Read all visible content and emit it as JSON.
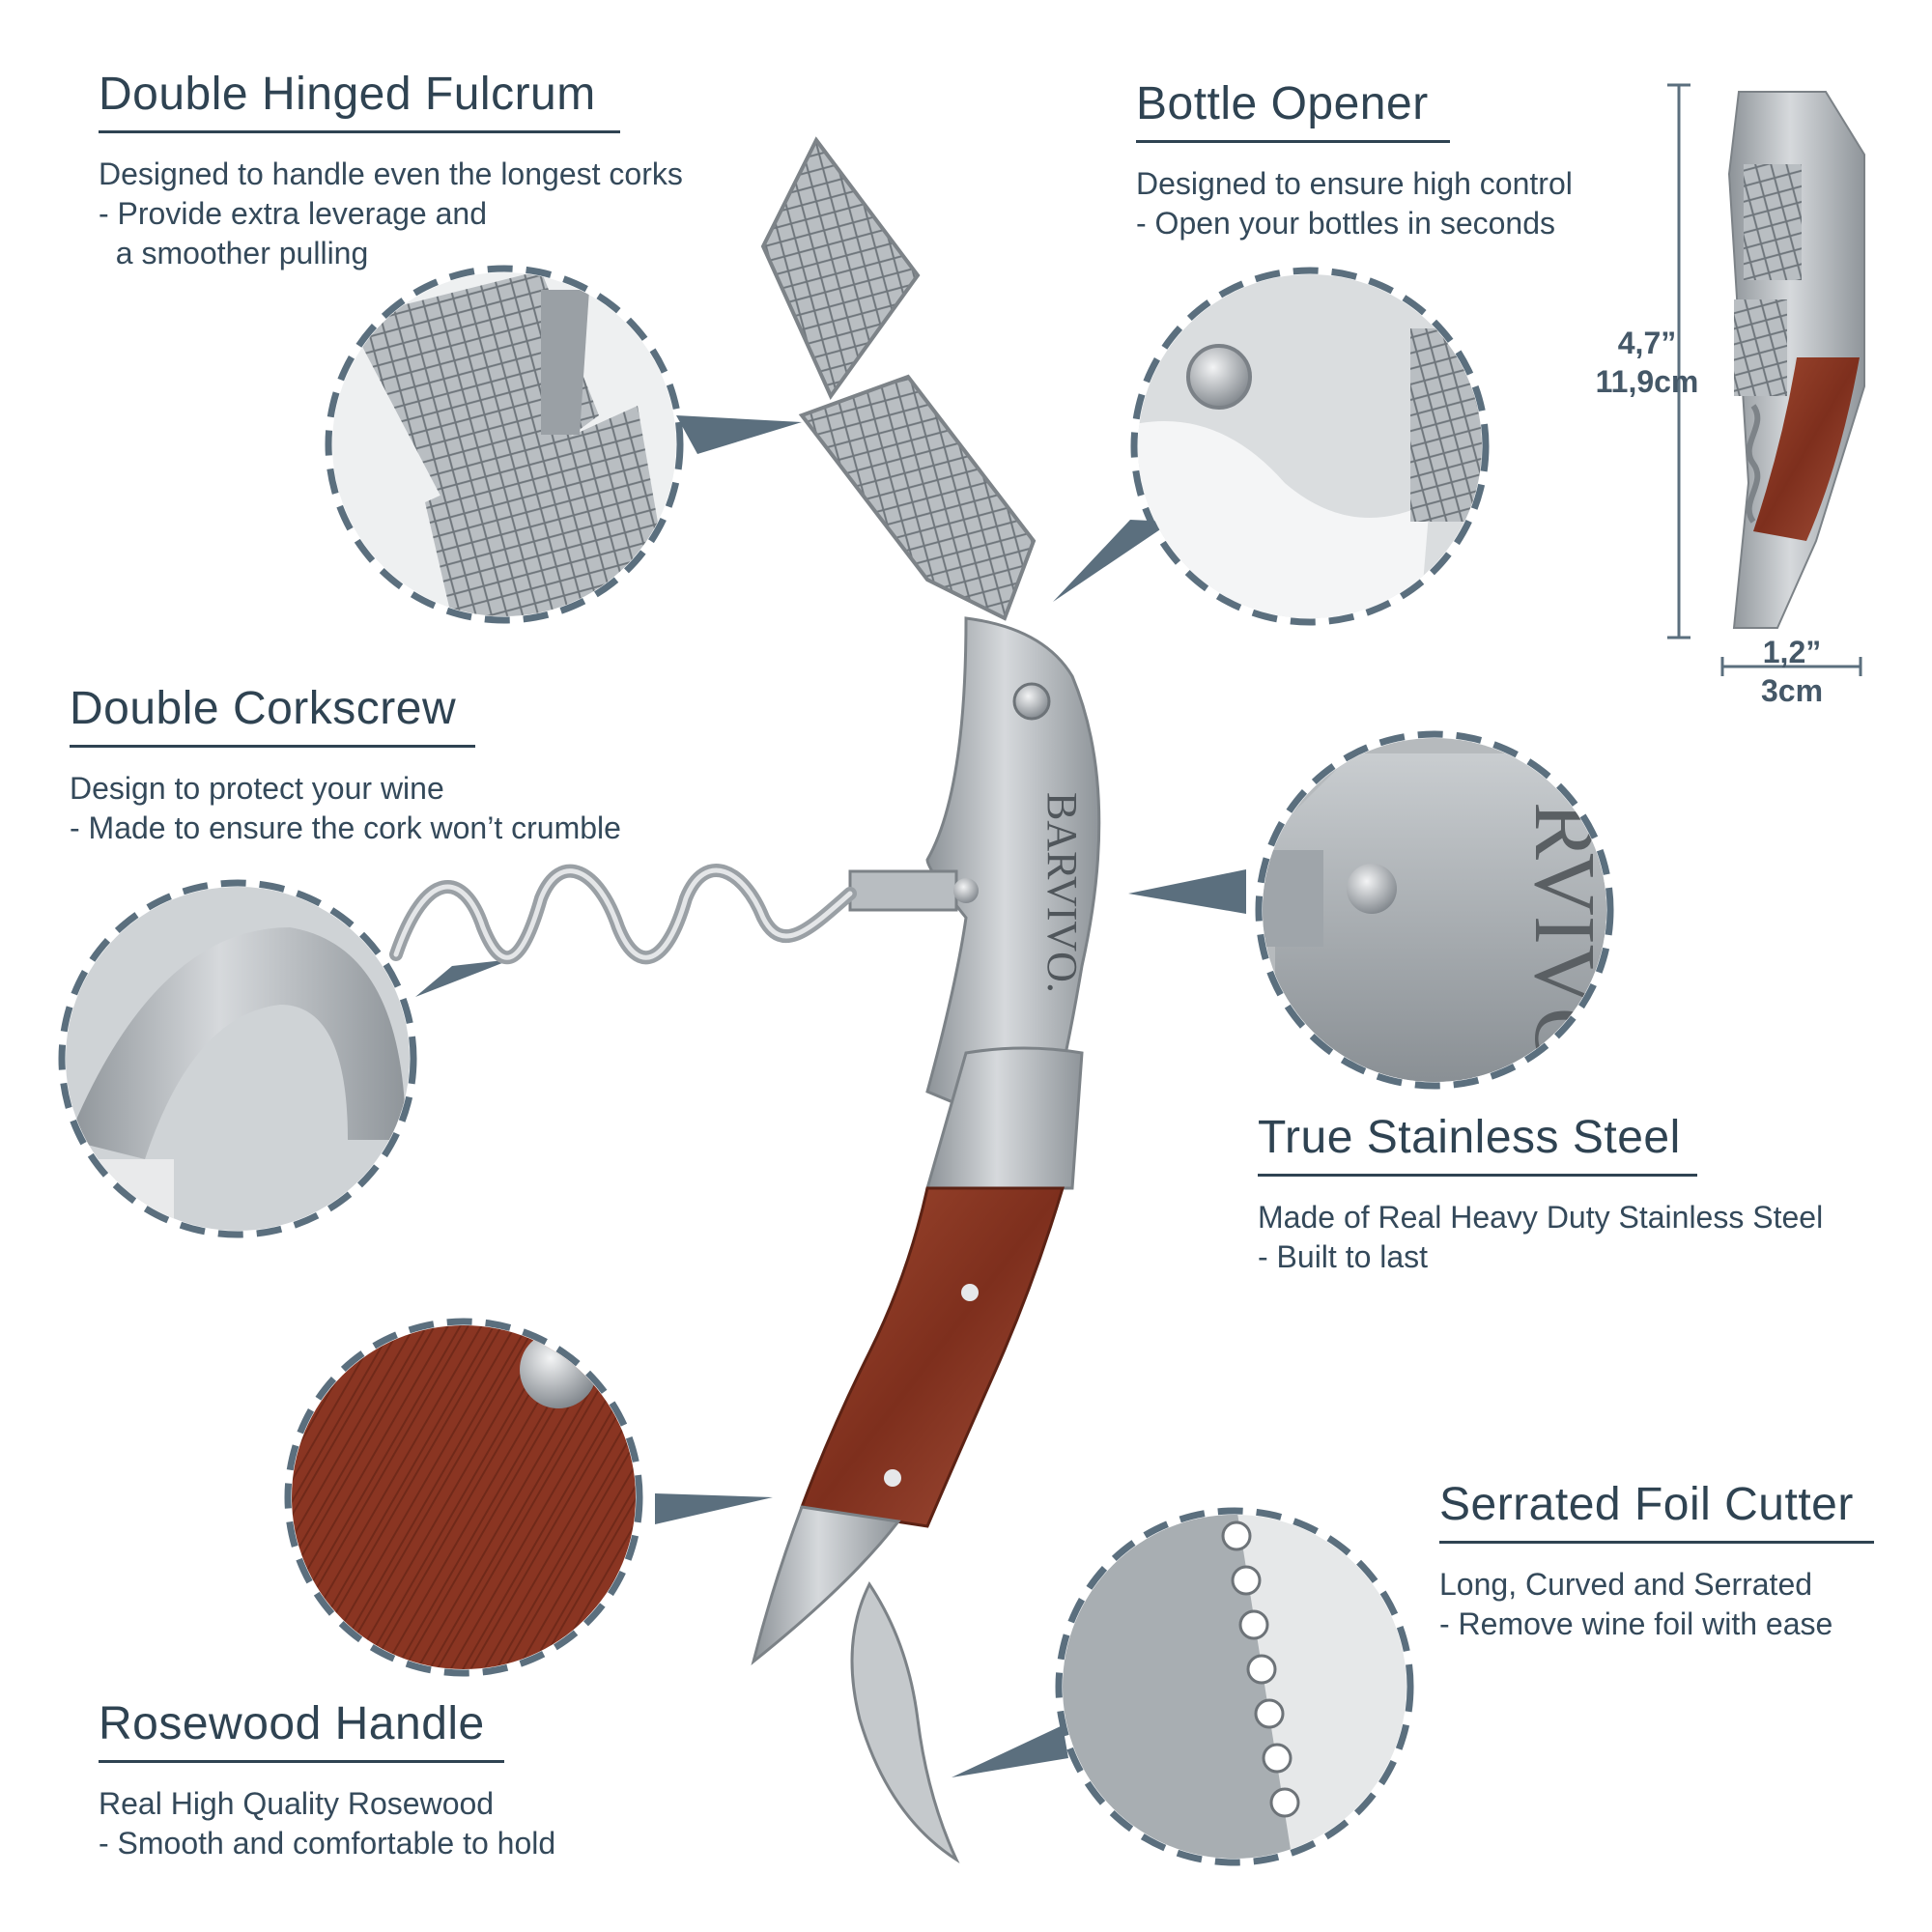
{
  "features": [
    {
      "id": "fulcrum",
      "title": "Double Hinged Fulcrum",
      "lines": [
        "Designed to handle even the longest corks",
        "- Provide extra leverage and",
        "  a smoother pulling"
      ]
    },
    {
      "id": "opener",
      "title": "Bottle Opener",
      "lines": [
        "Designed to ensure high control",
        "- Open your bottles in seconds"
      ]
    },
    {
      "id": "corkscrew",
      "title": "Double Corkscrew",
      "lines": [
        "Design to protect your wine",
        "- Made to ensure the cork won’t crumble"
      ]
    },
    {
      "id": "steel",
      "title": "True Stainless Steel",
      "lines": [
        "Made of Real Heavy Duty Stainless Steel",
        "- Built to last"
      ]
    },
    {
      "id": "cutter",
      "title": "Serrated Foil Cutter",
      "lines": [
        "Long, Curved and Serrated",
        "- Remove wine foil with ease"
      ]
    },
    {
      "id": "handle",
      "title": "Rosewood Handle",
      "lines": [
        "Real High Quality Rosewood",
        "- Smooth and comfortable to hold"
      ]
    }
  ],
  "brand": "BARVIVO.",
  "dimensions": {
    "height_in": "4,7”",
    "height_cm": "11,9cm",
    "width_in": "1,2”",
    "width_cm": "3cm"
  },
  "colors": {
    "text": "#2f4352",
    "accent": "#5b6f7e",
    "steel": "#b8bcc0",
    "rosewood": "#8e3a26"
  }
}
